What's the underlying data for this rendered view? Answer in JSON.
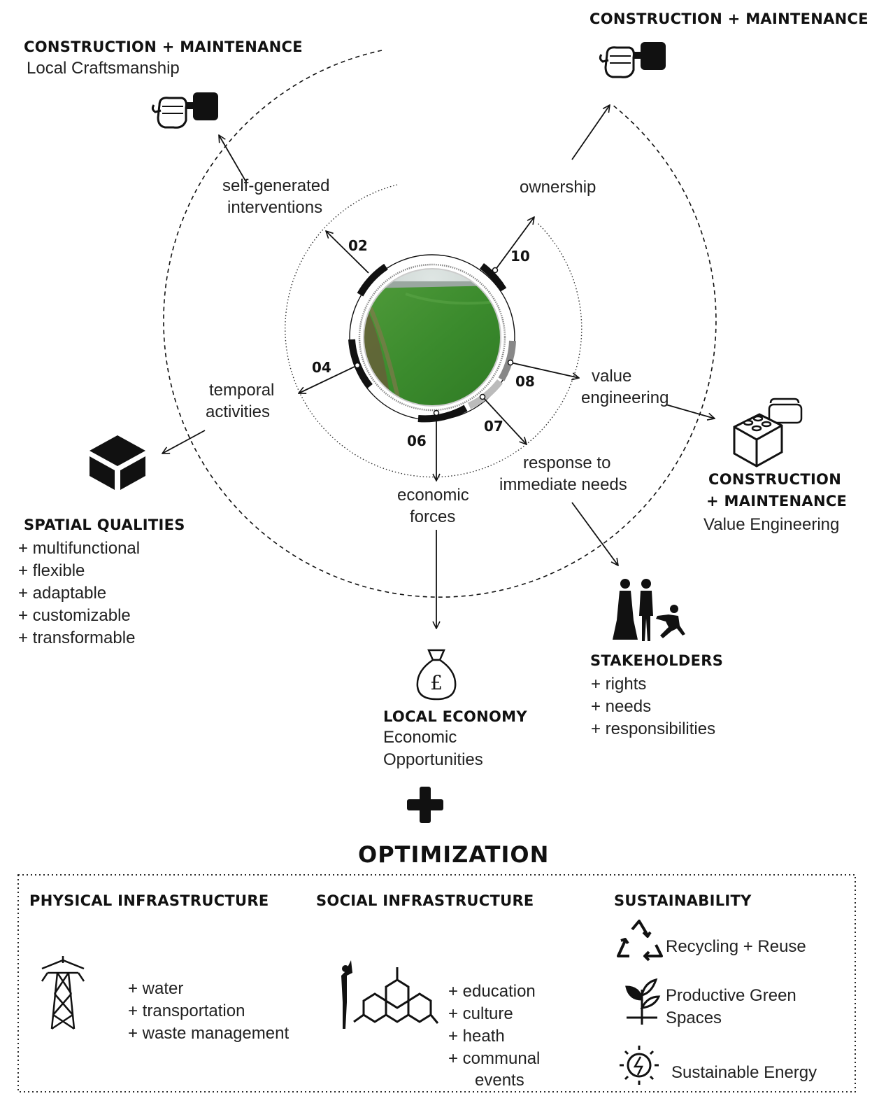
{
  "construction_left": {
    "heading": "CONSTRUCTION + MAINTENANCE",
    "subtitle": "Local Craftsmanship",
    "icon": "fist-hammer-icon"
  },
  "construction_right_top": {
    "heading": "CONSTRUCTION + MAINTENANCE",
    "icon": "fist-hammer-icon"
  },
  "construction_right": {
    "heading_line1": "CONSTRUCTION",
    "heading_line2": "+ MAINTENANCE",
    "subtitle": "Value Engineering",
    "icon": "blocks-purse-icon"
  },
  "spatial_qualities": {
    "heading": "SPATIAL QUALITIES",
    "items": [
      "+ multifunctional",
      "+ flexible",
      "+ adaptable",
      "+ customizable",
      "+ transformable"
    ],
    "icon": "cube-icon"
  },
  "stakeholders": {
    "heading": "STAKEHOLDERS",
    "items": [
      "+ rights",
      "+ needs",
      "+ responsibilities"
    ],
    "icon": "people-icon"
  },
  "local_economy": {
    "heading": "LOCAL ECONOMY",
    "line1": "Economic",
    "line2": "Opportunities",
    "icon": "money-bag-pound-icon",
    "bag_symbol": "£"
  },
  "center": {
    "photo": "field-landscape-photo",
    "labels": {
      "self_generated": [
        "self-generated",
        "interventions"
      ],
      "ownership": "ownership",
      "temporal": [
        "temporal",
        "activities"
      ],
      "value_engineering": [
        "value",
        "engineering"
      ],
      "response": [
        "response to",
        "immediate needs"
      ],
      "economic": [
        "economic",
        "forces"
      ]
    },
    "numbers": {
      "n02": "02",
      "n04": "04",
      "n06": "06",
      "n07": "07",
      "n08": "08",
      "n10": "10"
    }
  },
  "optimization": {
    "plus_icon": "plus-icon",
    "title": "OPTIMIZATION",
    "physical": {
      "heading": "PHYSICAL INFRASTRUCTURE",
      "items": [
        "+ water",
        "+ transportation",
        "+ waste management"
      ],
      "icon": "power-pylon-icon"
    },
    "social": {
      "heading": "SOCIAL INFRASTRUCTURE",
      "items": [
        "+ education",
        "+ culture",
        "+ heath",
        "+ communal",
        "events"
      ],
      "icon": "person-network-icon"
    },
    "sustainability": {
      "heading": "SUSTAINABILITY",
      "recycling": "Recycling + Reuse",
      "green_line1": "Productive Green",
      "green_line2": "Spaces",
      "energy": "Sustainable Energy",
      "icons": [
        "recycle-icon",
        "plant-icon",
        "sun-energy-icon"
      ]
    }
  }
}
